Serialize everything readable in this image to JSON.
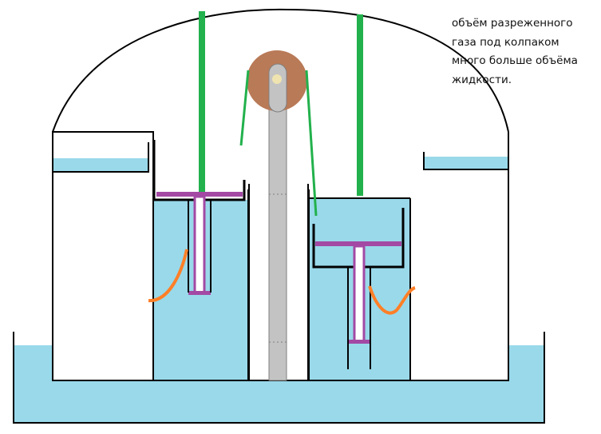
{
  "annotation": {
    "lines": [
      "объём разреженного",
      "газа под колпаком",
      "много больше объёма",
      "жидкости."
    ]
  },
  "colors": {
    "water": "#99d9ea",
    "outline": "#000000",
    "string": "#22b14c",
    "piston": "#a349a4",
    "pulley": "#b97a57",
    "pulley_axle": "#efe4b0",
    "post": "#c3c3c3",
    "spring": "#ff7f27"
  },
  "icons": [
    "bell-jar",
    "pulley-icon",
    "piston-left",
    "piston-right",
    "spring-left",
    "spring-right"
  ]
}
